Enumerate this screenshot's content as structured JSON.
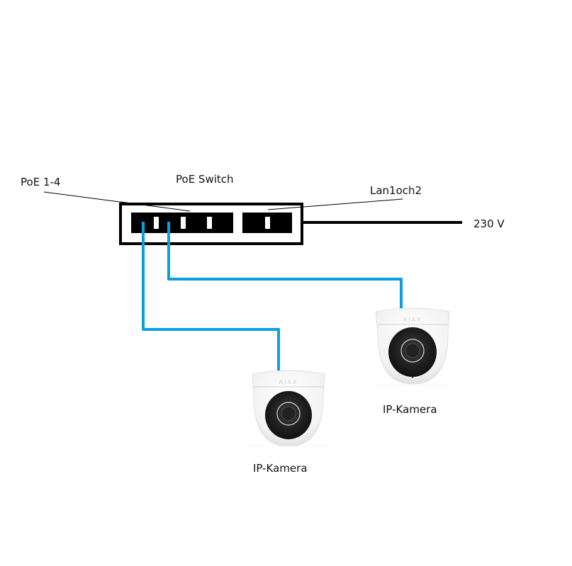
{
  "labels": {
    "switch_title": "PoE Switch",
    "poe_ports": "PoE 1-4",
    "lan_ports": "Lan1och2",
    "power": "230 V",
    "camera_1": "IP-Kamera",
    "camera_2": "IP-Kamera"
  },
  "cameras": [
    {
      "brand": "AJAX",
      "label": "IP-Kamera"
    },
    {
      "brand": "AJAX",
      "label": "IP-Kamera"
    }
  ],
  "colors": {
    "cable": "#0aa0e0",
    "switch": "#000000",
    "port_pin": "#ffffff"
  },
  "switch": {
    "poe_port_count": 4,
    "lan_port_count": 1
  }
}
